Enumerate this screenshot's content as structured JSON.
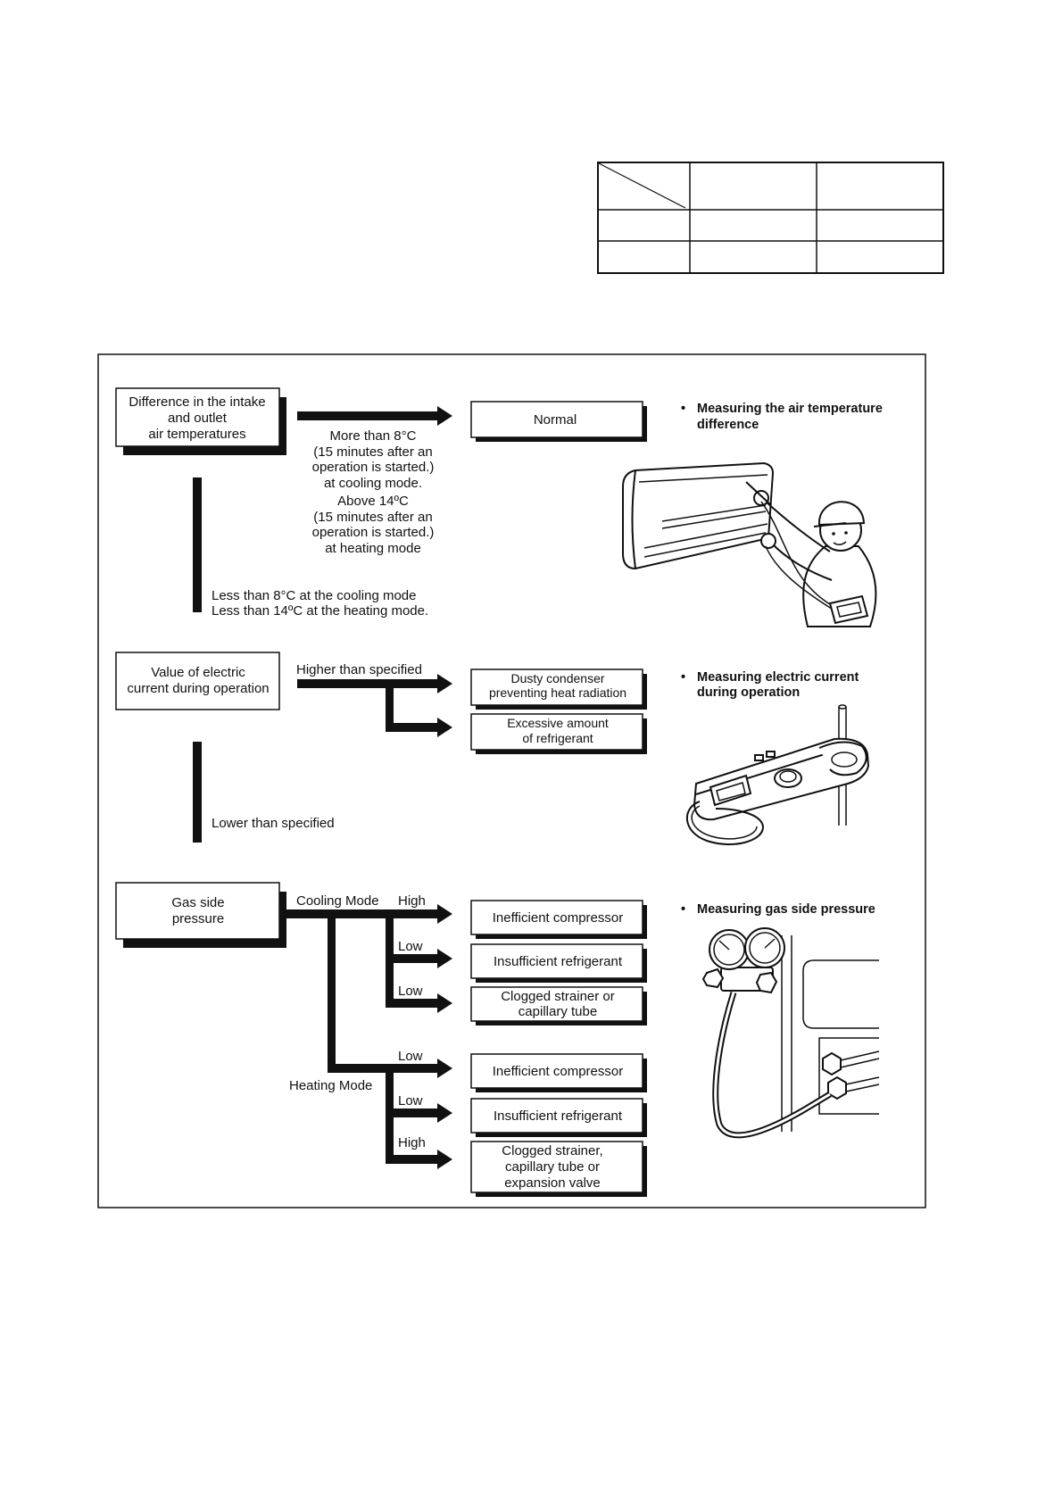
{
  "bullet": "•",
  "air_temperature": {
    "check": [
      "Difference in the intake",
      "and outlet",
      "air temperatures"
    ],
    "condition_pass": [
      "More than 8°C",
      "(15 minutes after an",
      "operation is started.)",
      "at cooling mode.",
      "Above 14ºC",
      "(15 minutes after an",
      "operation is started.)",
      "at heating mode"
    ],
    "result": "Normal",
    "condition_fail": [
      "Less than 8°C at the cooling mode",
      "Less than 14ºC at the heating mode."
    ],
    "note": [
      "Measuring the air temperature",
      "difference"
    ]
  },
  "electric_current": {
    "check": [
      "Value of electric",
      "current during operation"
    ],
    "condition_higher": "Higher than specified",
    "results": [
      [
        "Dusty condenser",
        "preventing heat radiation"
      ],
      [
        "Excessive amount",
        "of refrigerant"
      ]
    ],
    "condition_lower": "Lower than specified",
    "note": [
      "Measuring electric current",
      "during operation"
    ]
  },
  "gas_pressure": {
    "check": [
      "Gas side",
      "pressure"
    ],
    "cooling_label": "Cooling Mode",
    "heating_label": "Heating Mode",
    "cooling": [
      {
        "level": "High",
        "result": [
          "Inefficient compressor"
        ]
      },
      {
        "level": "Low",
        "result": [
          "Insufficient refrigerant"
        ]
      },
      {
        "level": "Low",
        "result": [
          "Clogged strainer or",
          "capillary tube"
        ]
      }
    ],
    "heating": [
      {
        "level": "Low",
        "result": [
          "Inefficient compressor"
        ]
      },
      {
        "level": "Low",
        "result": [
          "Insufficient refrigerant"
        ]
      },
      {
        "level": "High",
        "result": [
          "Clogged strainer,",
          "capillary tube or",
          "expansion valve"
        ]
      }
    ],
    "note": [
      "Measuring gas side pressure"
    ]
  }
}
